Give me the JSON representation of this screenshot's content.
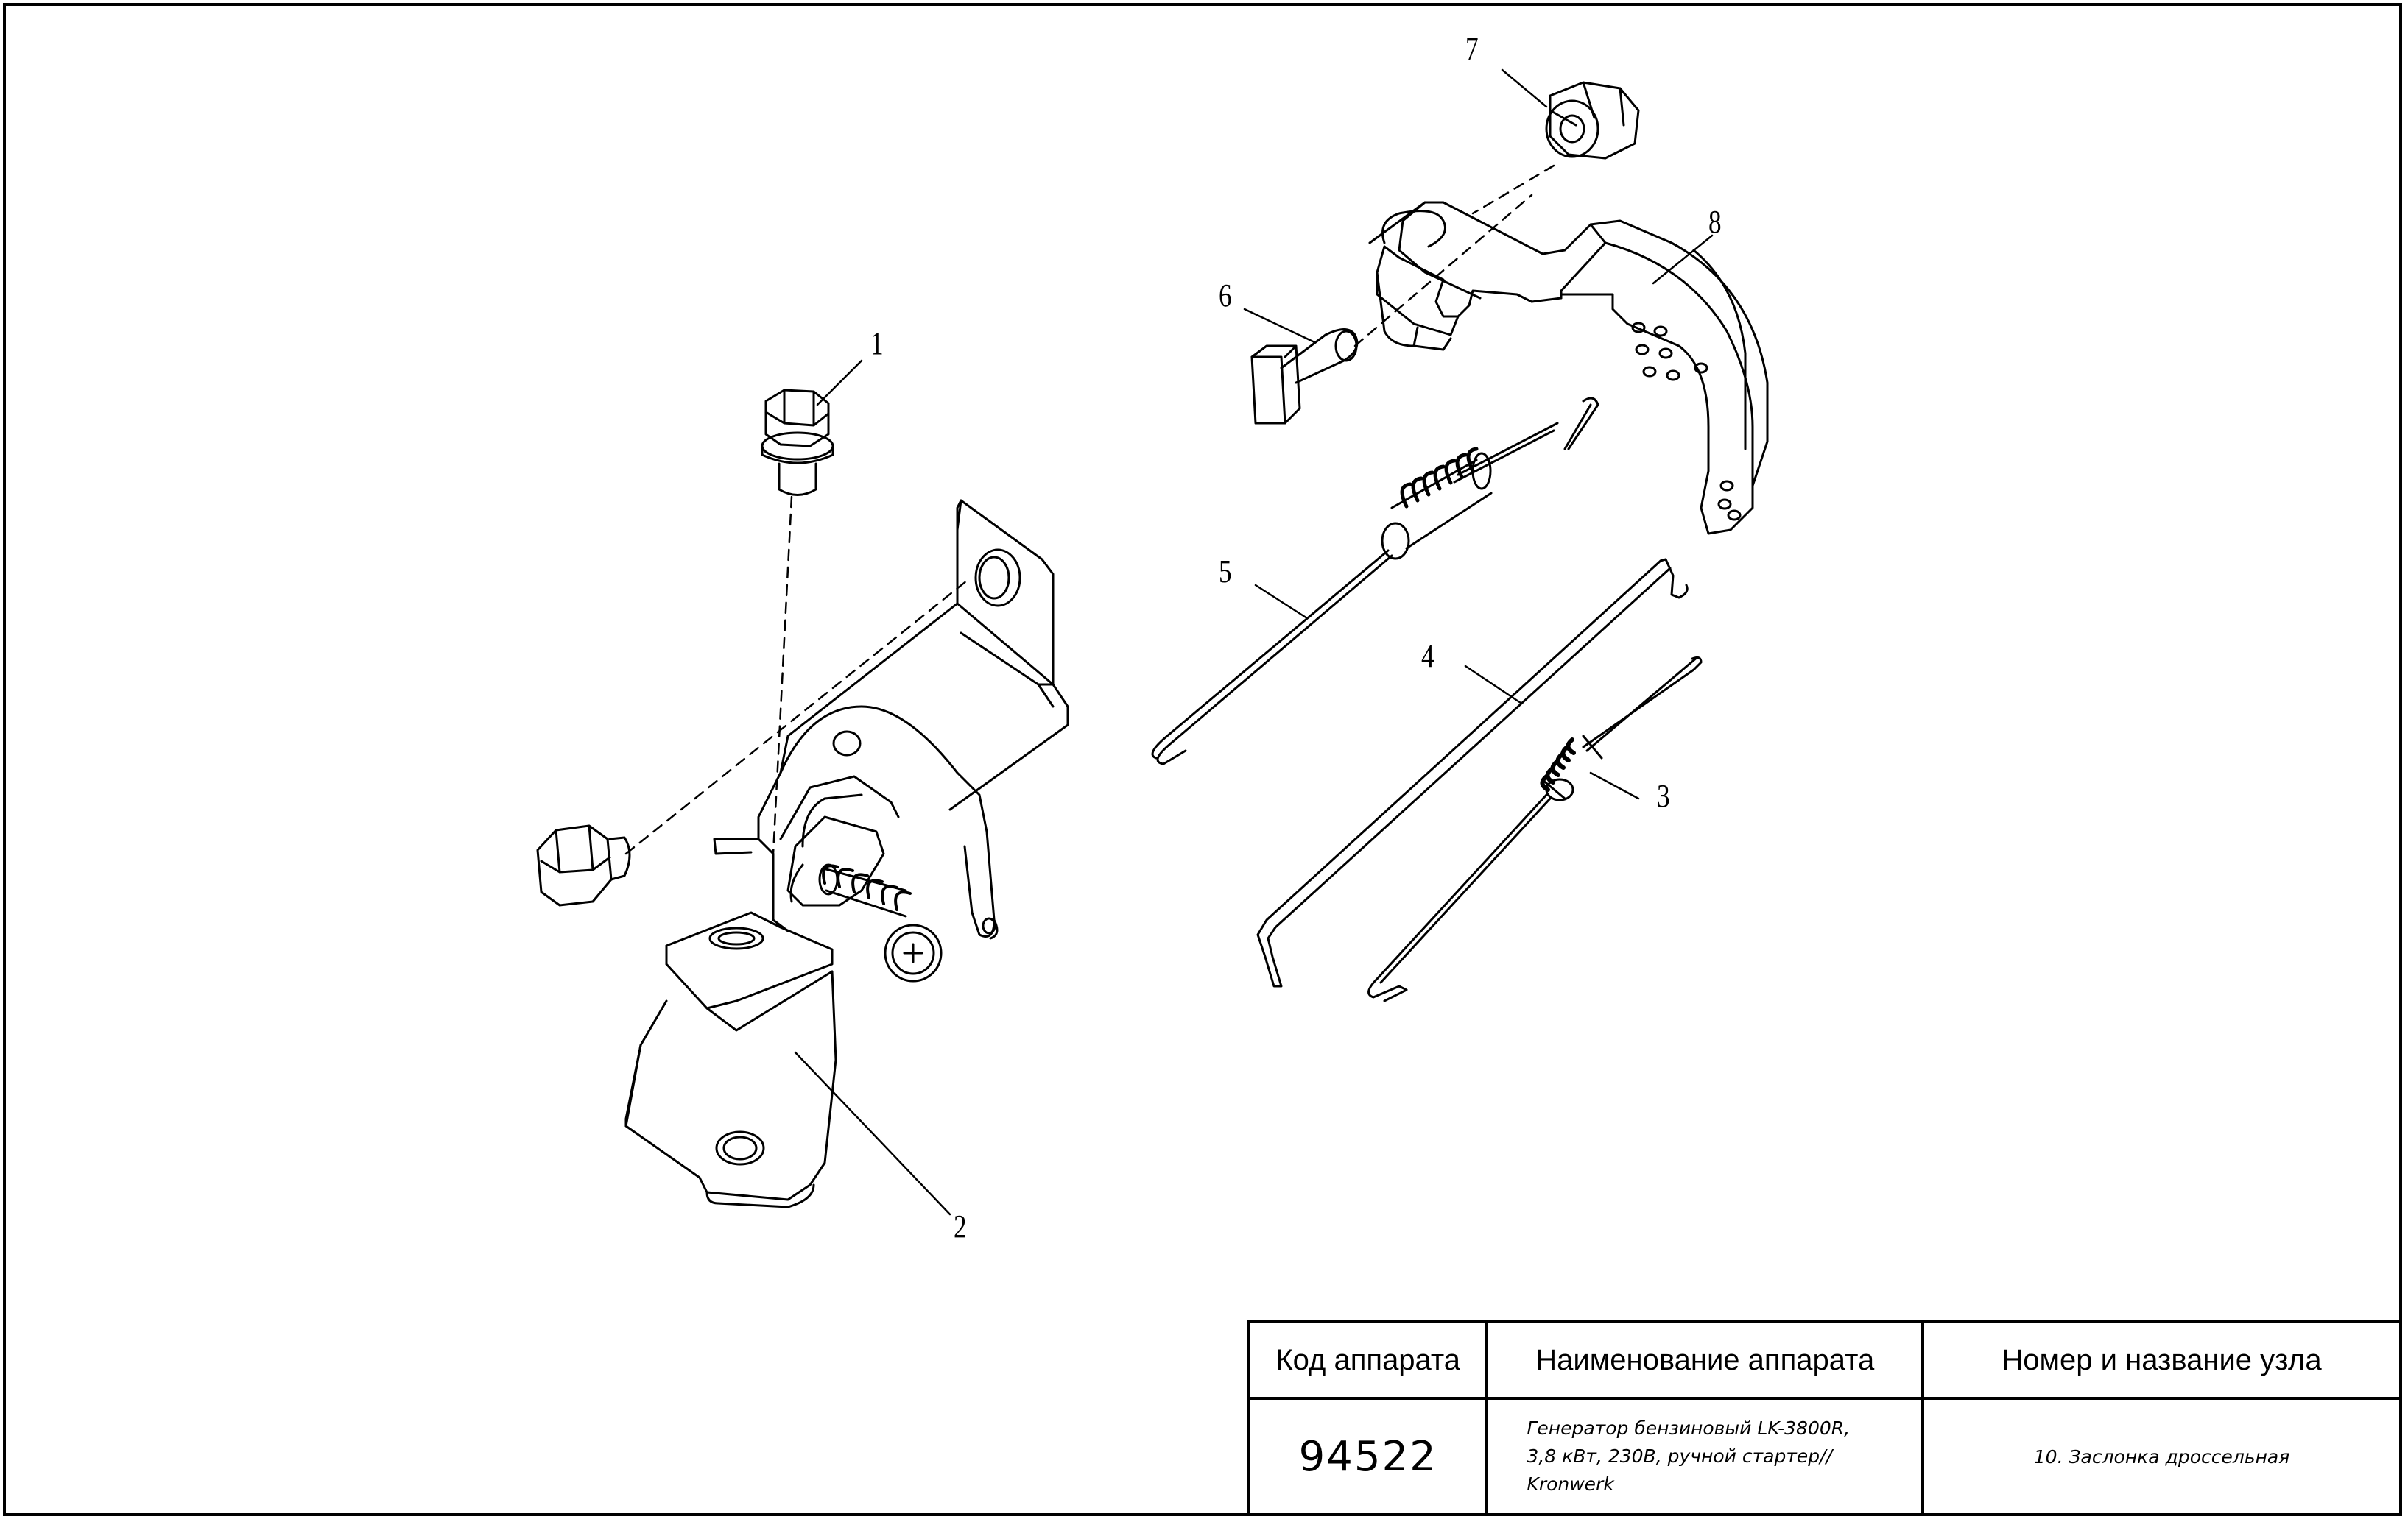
{
  "drawing": {
    "callouts": [
      "1",
      "2",
      "3",
      "4",
      "5",
      "6",
      "7",
      "8"
    ]
  },
  "title_block": {
    "headers": {
      "code": "Код аппарата",
      "name": "Наименование аппарата",
      "unit": "Номер и название узла"
    },
    "code": "94522",
    "name_lines": [
      "Генератор бензиновый LK-3800R,",
      "3,8 кВт, 230В, ручной стартер//",
      "Kronwerk"
    ],
    "unit": "10. Заслонка дроссельная"
  }
}
